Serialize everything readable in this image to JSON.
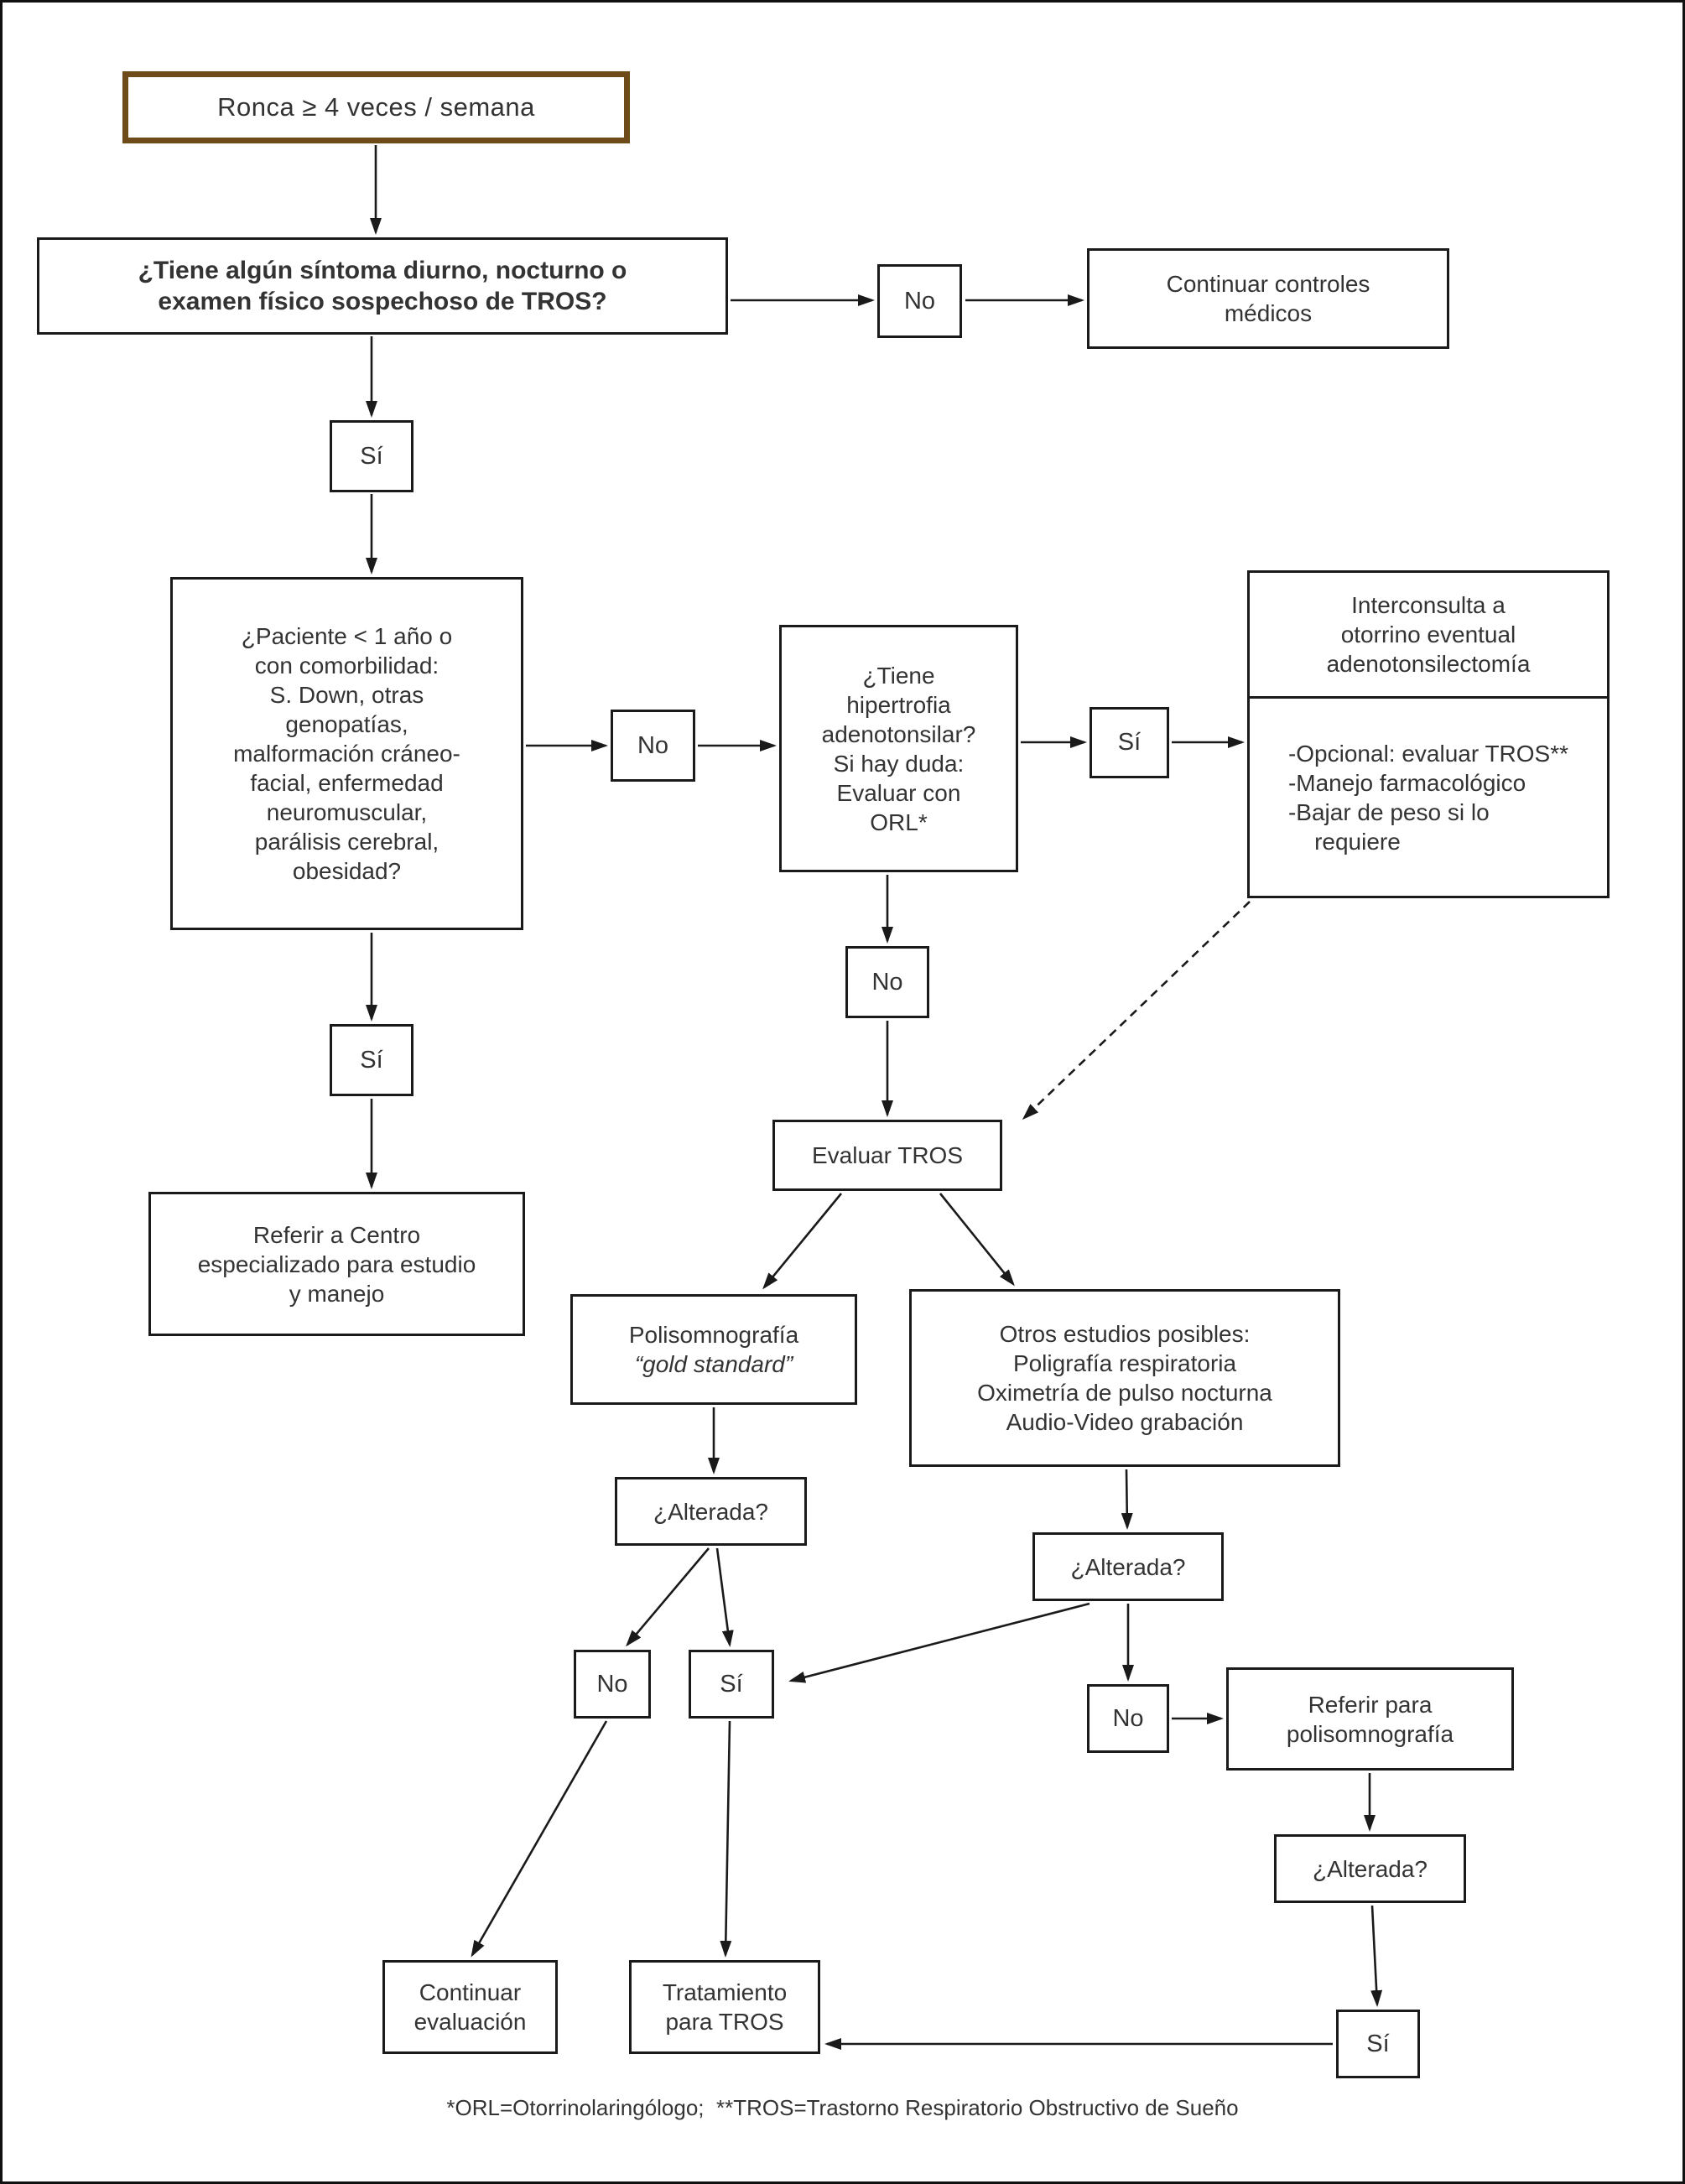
{
  "accent": {
    "title_border": "#6e4c1a",
    "line_color": "#1a1a1a",
    "text_color": "#333333"
  },
  "labels": {
    "yes": "Sí",
    "no": "No",
    "alterada": "¿Alterada?"
  },
  "nodes": {
    "ronca": "Ronca ≥ 4 veces / semana",
    "symptom_question": "¿Tiene algún síntoma diurno, nocturno o\nexamen físico sospechoso de TROS?",
    "continuar_controles": "Continuar controles\nmédicos",
    "comorbidity": "¿Paciente < 1 año o\ncon comorbilidad:\nS. Down, otras\ngenopatías,\nmalformación cráneo-\nfacial, enfermedad\nneuromuscular,\nparálisis cerebral,\nobesidad?",
    "hipertrofia": "¿Tiene\nhipertrofia\nadenotonsilar?\nSi hay duda:\nEvaluar con\nORL*",
    "interconsulta_top": "Interconsulta a\notorrino eventual\nadenotonsilectomía",
    "interconsulta_bottom": "-Opcional: evaluar TROS**\n-Manejo farmacológico\n-Bajar de peso si lo\n    requiere",
    "evaluar_tros": "Evaluar TROS",
    "referir_centro": "Referir a Centro\nespecializado para estudio\ny manejo",
    "polisomnografia_line1": "Polisomnografía",
    "polisomnografia_line2": "“gold standard”",
    "otros_estudios": "Otros estudios posibles:\nPoligrafía respiratoria\nOximetría de pulso nocturna\nAudio-Video grabación",
    "continuar_evaluacion": "Continuar\nevaluación",
    "tratamiento_tros": "Tratamiento\npara TROS",
    "referir_polisomnografia": "Referir para\npolisomnografía"
  },
  "footnote": "*ORL=Otorrinolaringólogo;  **TROS=Trastorno Respiratorio Obstructivo de Sueño"
}
